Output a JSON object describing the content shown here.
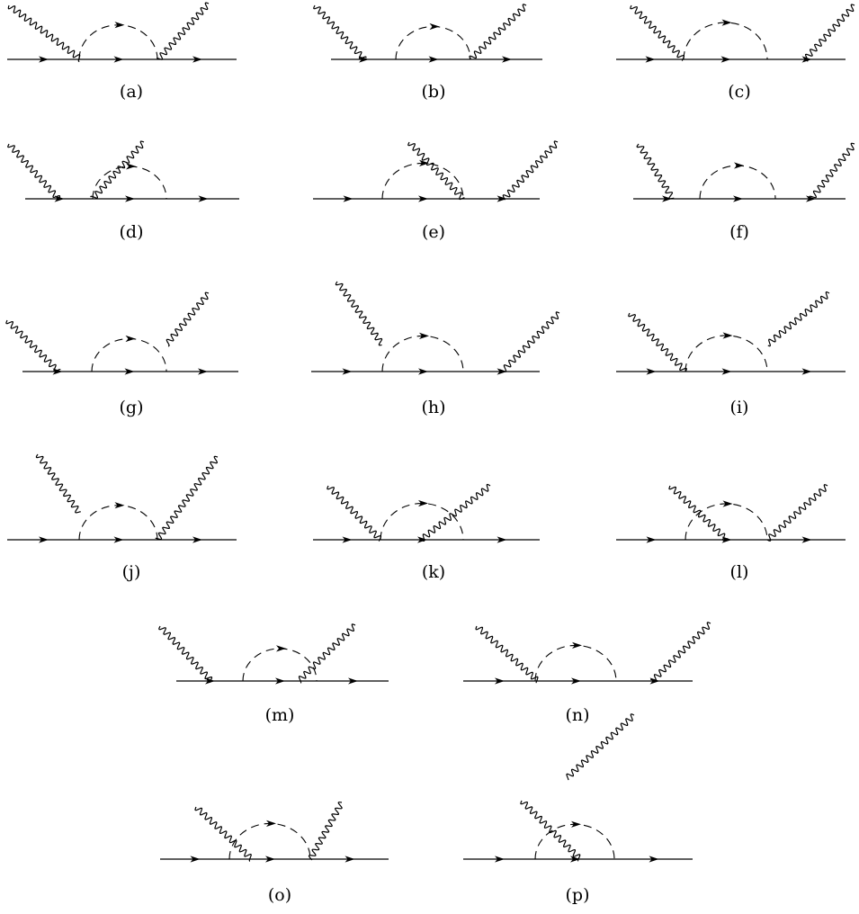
{
  "figure": {
    "line_color": "#000000",
    "line_styles": {
      "fermion": "solid line with arrow",
      "scalar": "dashed arc with arrow",
      "photon": "wavy line"
    },
    "diagrams": [
      {
        "label": "(a)"
      },
      {
        "label": "(b)"
      },
      {
        "label": "(c)"
      },
      {
        "label": "(d)"
      },
      {
        "label": "(e)"
      },
      {
        "label": "(f)"
      },
      {
        "label": "(g)"
      },
      {
        "label": "(h)"
      },
      {
        "label": "(i)"
      },
      {
        "label": "(j)"
      },
      {
        "label": "(k)"
      },
      {
        "label": "(l)"
      },
      {
        "label": "(m)"
      },
      {
        "label": "(n)"
      },
      {
        "label": "(o)"
      },
      {
        "label": "(p)"
      }
    ]
  }
}
